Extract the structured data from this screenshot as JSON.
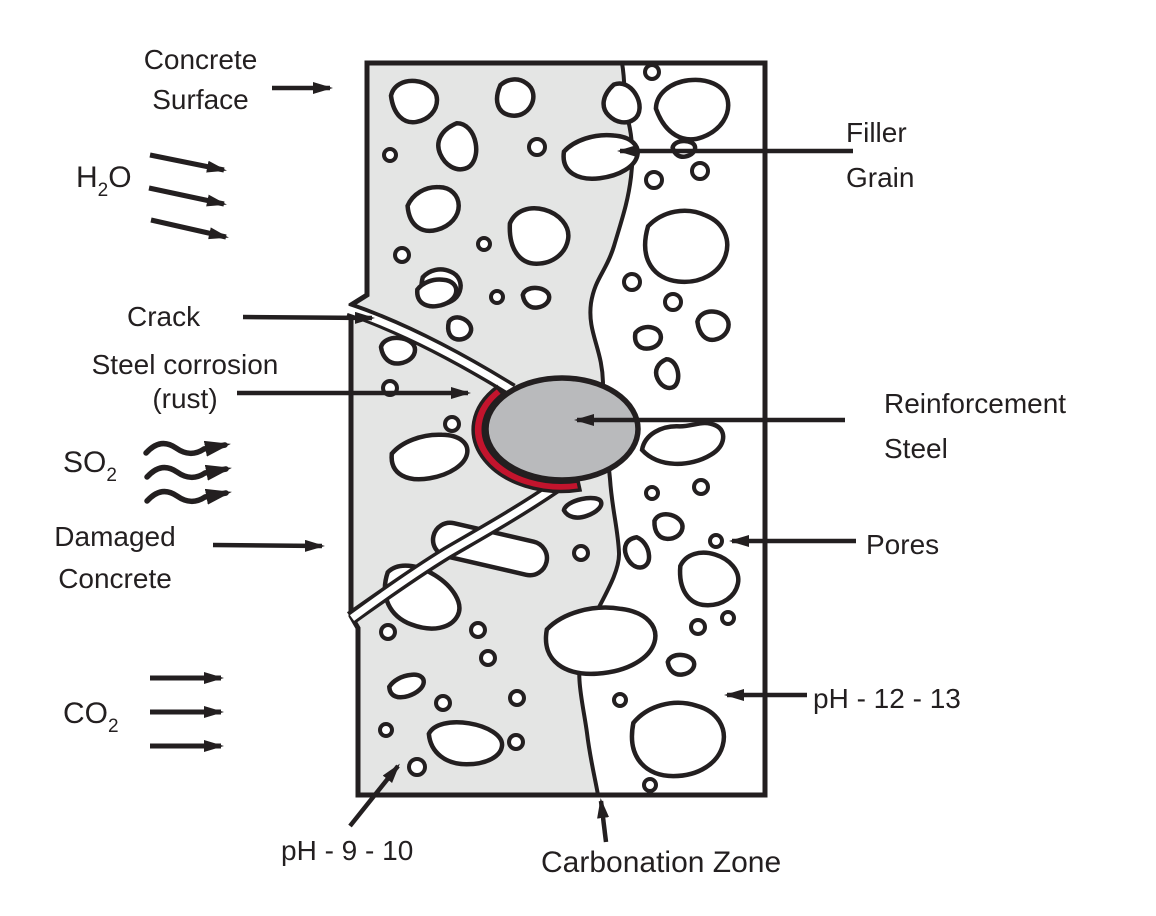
{
  "diagram": {
    "labels": {
      "concrete_surface": {
        "line1": "Concrete",
        "line2": "Surface"
      },
      "h2o": {
        "base1": "H",
        "sub": "2",
        "base2": "O"
      },
      "crack": "Crack",
      "steel_corrosion": {
        "line1": "Steel corrosion",
        "line2": "(rust)"
      },
      "so2": {
        "base": "SO",
        "sub": "2"
      },
      "damaged_concrete": {
        "line1": "Damaged",
        "line2": "Concrete"
      },
      "co2": {
        "base": "CO",
        "sub": "2"
      },
      "filler_grain": {
        "line1": "Filler",
        "line2": "Grain"
      },
      "reinforcement_steel": {
        "line1": "Reinforcement",
        "line2": "Steel"
      },
      "pores": "Pores",
      "ph_alkaline": "pH - 12 - 13",
      "ph_carbonated": "pH - 9 - 10",
      "carbonation_zone": "Carbonation Zone"
    },
    "colors": {
      "line": "#231f20",
      "background": "#ffffff",
      "carbonated_zone": "#e4e5e4",
      "grain": "#ffffff",
      "steel": "#b9babc",
      "rust": "#c3142d"
    }
  }
}
